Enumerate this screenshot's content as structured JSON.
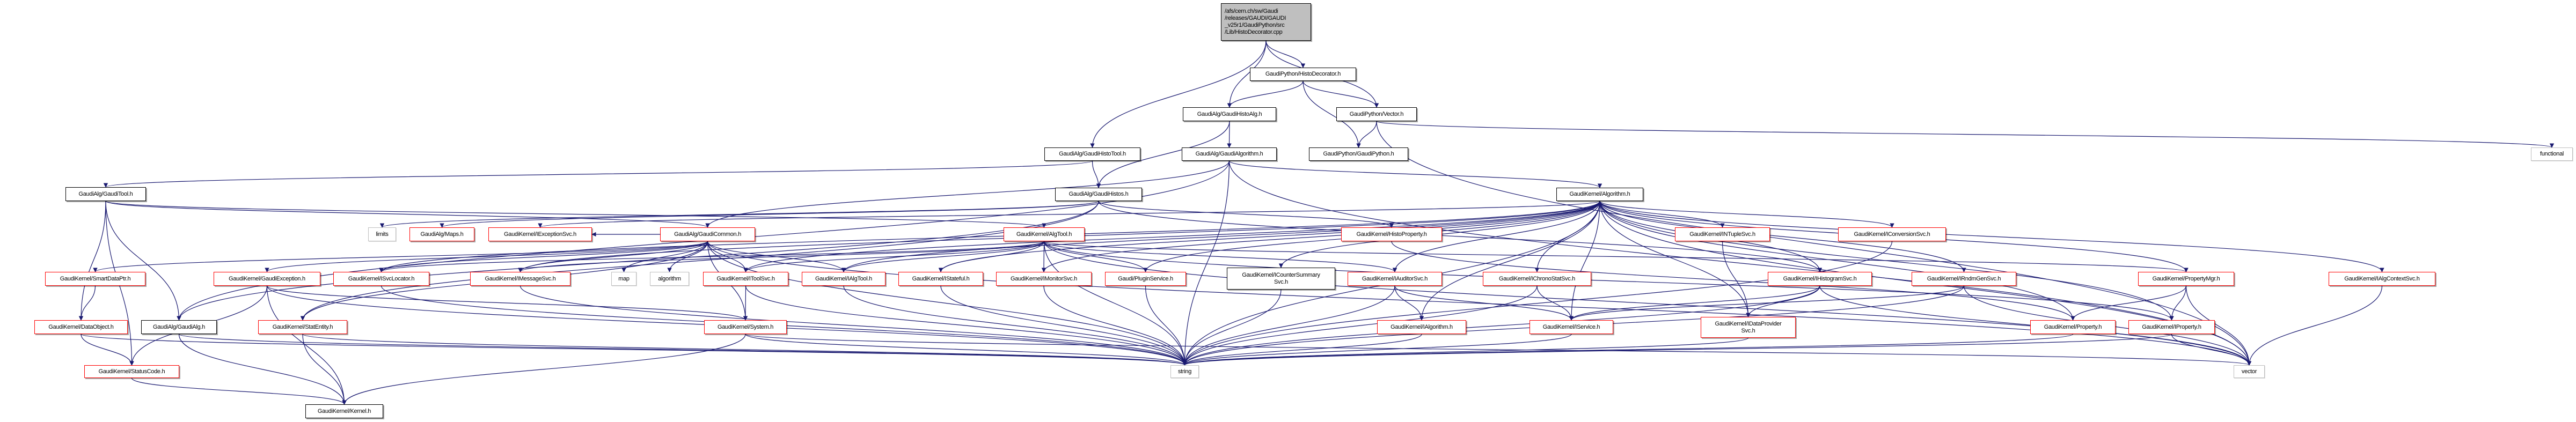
{
  "colors": {
    "edge": "#191970",
    "red_border": "#ff0000",
    "black_border": "#000000",
    "gray_border": "#bfbfbf",
    "main_fill": "#bfbfbf"
  },
  "nodes": [
    {
      "id": "main",
      "label": "/afs/cern.ch/sw/Gaudi\n/releases/GAUDI/GAUDI\n_v25r1/GaudiPython/src\n/Lib/HistoDecorator.cpp",
      "style": "main"
    },
    {
      "id": "histodecorator",
      "label": "GaudiPython/HistoDecorator.h",
      "style": "black"
    },
    {
      "id": "gaudihistoalg",
      "label": "GaudiAlg/GaudiHistoAlg.h",
      "style": "black"
    },
    {
      "id": "pyvector",
      "label": "GaudiPython/Vector.h",
      "style": "black"
    },
    {
      "id": "gaudihistotool",
      "label": "GaudiAlg/GaudiHistoTool.h",
      "style": "black"
    },
    {
      "id": "gaudialgorithm",
      "label": "GaudiAlg/GaudiAlgorithm.h",
      "style": "black"
    },
    {
      "id": "gaudipython",
      "label": "GaudiPython/GaudiPython.h",
      "style": "black"
    },
    {
      "id": "functional",
      "label": "functional",
      "style": "gray"
    },
    {
      "id": "gauditool",
      "label": "GaudiAlg/GaudiTool.h",
      "style": "black"
    },
    {
      "id": "gaudihistos",
      "label": "GaudiAlg/GaudiHistos.h",
      "style": "black"
    },
    {
      "id": "algorithmh",
      "label": "GaudiKernel/Algorithm.h",
      "style": "black"
    },
    {
      "id": "limits",
      "label": "limits",
      "style": "gray"
    },
    {
      "id": "maps",
      "label": "GaudiAlg/Maps.h",
      "style": "red"
    },
    {
      "id": "iexceptionsvc",
      "label": "GaudiKernel/IExceptionSvc.h",
      "style": "red"
    },
    {
      "id": "gaudicommon",
      "label": "GaudiAlg/GaudiCommon.h",
      "style": "red"
    },
    {
      "id": "algtool",
      "label": "GaudiKernel/AlgTool.h",
      "style": "red"
    },
    {
      "id": "histoproperty",
      "label": "GaudiKernel/HistoProperty.h",
      "style": "red"
    },
    {
      "id": "intuplesvc",
      "label": "GaudiKernel/INTupleSvc.h",
      "style": "red"
    },
    {
      "id": "iconversionsvc",
      "label": "GaudiKernel/IConversionSvc.h",
      "style": "red"
    },
    {
      "id": "smartdataptr",
      "label": "GaudiKernel/SmartDataPtr.h",
      "style": "red"
    },
    {
      "id": "gaudiexception",
      "label": "GaudiKernel/GaudiException.h",
      "style": "red"
    },
    {
      "id": "isvclocator",
      "label": "GaudiKernel/ISvcLocator.h",
      "style": "red"
    },
    {
      "id": "imessagesvc",
      "label": "GaudiKernel/IMessageSvc.h",
      "style": "red"
    },
    {
      "id": "map",
      "label": "map",
      "style": "gray"
    },
    {
      "id": "algorithm",
      "label": "algorithm",
      "style": "gray"
    },
    {
      "id": "itoolsvc",
      "label": "GaudiKernel/IToolSvc.h",
      "style": "red"
    },
    {
      "id": "ialgtool",
      "label": "GaudiKernel/IAlgTool.h",
      "style": "red"
    },
    {
      "id": "istateful",
      "label": "GaudiKernel/IStateful.h",
      "style": "red"
    },
    {
      "id": "imonitorsvc",
      "label": "GaudiKernel/IMonitorSvc.h",
      "style": "red"
    },
    {
      "id": "pluginservice",
      "label": "Gaudi/PluginService.h",
      "style": "red"
    },
    {
      "id": "icountersummarysvc",
      "label": "GaudiKernel/ICounterSummary\nSvc.h",
      "style": "black"
    },
    {
      "id": "iauditorsvc",
      "label": "GaudiKernel/IAuditorSvc.h",
      "style": "red"
    },
    {
      "id": "ichronostatsvc",
      "label": "GaudiKernel/IChronoStatSvc.h",
      "style": "red"
    },
    {
      "id": "ihistogramsvc",
      "label": "GaudiKernel/IHistogramSvc.h",
      "style": "red"
    },
    {
      "id": "irndmgensvc",
      "label": "GaudiKernel/IRndmGenSvc.h",
      "style": "red"
    },
    {
      "id": "propertymgr",
      "label": "GaudiKernel/PropertyMgr.h",
      "style": "red"
    },
    {
      "id": "ialgcontextsvc",
      "label": "GaudiKernel/IAlgContextSvc.h",
      "style": "red"
    },
    {
      "id": "dataobject",
      "label": "GaudiKernel/DataObject.h",
      "style": "red"
    },
    {
      "id": "gaudialg",
      "label": "GaudiAlg/GaudiAlg.h",
      "style": "black"
    },
    {
      "id": "statentity",
      "label": "GaudiKernel/StatEntity.h",
      "style": "red"
    },
    {
      "id": "system",
      "label": "GaudiKernel/System.h",
      "style": "red"
    },
    {
      "id": "ialgorithm",
      "label": "GaudiKernel/IAlgorithm.h",
      "style": "red"
    },
    {
      "id": "iservice",
      "label": "GaudiKernel/IService.h",
      "style": "red"
    },
    {
      "id": "idataprovidersvc",
      "label": "GaudiKernel/IDataProvider\nSvc.h",
      "style": "red"
    },
    {
      "id": "property",
      "label": "GaudiKernel/Property.h",
      "style": "red"
    },
    {
      "id": "iproperty",
      "label": "GaudiKernel/IProperty.h",
      "style": "red"
    },
    {
      "id": "statuscode",
      "label": "GaudiKernel/StatusCode.h",
      "style": "red"
    },
    {
      "id": "string",
      "label": "string",
      "style": "gray"
    },
    {
      "id": "vector",
      "label": "vector",
      "style": "gray"
    },
    {
      "id": "kernel",
      "label": "GaudiKernel/Kernel.h",
      "style": "black"
    }
  ],
  "edges": [
    [
      "main",
      "histodecorator"
    ],
    [
      "main",
      "gaudihistoalg"
    ],
    [
      "main",
      "gaudihistotool"
    ],
    [
      "main",
      "pyvector"
    ],
    [
      "histodecorator",
      "gaudihistoalg"
    ],
    [
      "histodecorator",
      "pyvector"
    ],
    [
      "histodecorator",
      "gaudipython"
    ],
    [
      "pyvector",
      "gaudipython"
    ],
    [
      "pyvector",
      "vector"
    ],
    [
      "pyvector",
      "functional"
    ],
    [
      "gaudihistoalg",
      "gaudialgorithm"
    ],
    [
      "gaudihistoalg",
      "gaudihistos"
    ],
    [
      "gaudihistotool",
      "gauditool"
    ],
    [
      "gaudihistotool",
      "gaudihistos"
    ],
    [
      "gaudialgorithm",
      "algorithmh"
    ],
    [
      "gaudialgorithm",
      "gaudicommon"
    ],
    [
      "gaudialgorithm",
      "gaudialg"
    ],
    [
      "gaudialgorithm",
      "string"
    ],
    [
      "gaudialgorithm",
      "vector"
    ],
    [
      "gauditool",
      "algtool"
    ],
    [
      "gauditool",
      "gaudicommon"
    ],
    [
      "gauditool",
      "dataobject"
    ],
    [
      "gauditool",
      "gaudialg"
    ],
    [
      "gauditool",
      "statuscode"
    ],
    [
      "gaudihistos",
      "limits"
    ],
    [
      "gaudihistos",
      "maps"
    ],
    [
      "gaudihistos",
      "histoproperty"
    ],
    [
      "gaudihistos",
      "gaudialg"
    ],
    [
      "gaudihistos",
      "ihistogramsvc"
    ],
    [
      "gaudihistos",
      "statentity"
    ],
    [
      "gaudicommon",
      "smartdataptr"
    ],
    [
      "gaudicommon",
      "gaudiexception"
    ],
    [
      "gaudicommon",
      "isvclocator"
    ],
    [
      "gaudicommon",
      "imessagesvc"
    ],
    [
      "gaudicommon",
      "map"
    ],
    [
      "gaudicommon",
      "algorithm"
    ],
    [
      "gaudicommon",
      "itoolsvc"
    ],
    [
      "gaudicommon",
      "ialgtool"
    ],
    [
      "gaudicommon",
      "system"
    ],
    [
      "gaudicommon",
      "statentity"
    ],
    [
      "gaudicommon",
      "iexceptionsvc"
    ],
    [
      "gaudicommon",
      "string"
    ],
    [
      "gaudicommon",
      "vector"
    ],
    [
      "algorithmh",
      "ialgorithm"
    ],
    [
      "algorithmh",
      "iservice"
    ],
    [
      "algorithmh",
      "propertymgr"
    ],
    [
      "algorithmh",
      "ialgcontextsvc"
    ],
    [
      "algorithmh",
      "iauditorsvc"
    ],
    [
      "algorithmh",
      "ichronostatsvc"
    ],
    [
      "algorithmh",
      "icountersummarysvc"
    ],
    [
      "algorithmh",
      "imonitorsvc"
    ],
    [
      "algorithmh",
      "intuplesvc"
    ],
    [
      "algorithmh",
      "iconversionsvc"
    ],
    [
      "algorithmh",
      "irndmgensvc"
    ],
    [
      "algorithmh",
      "ihistogramsvc"
    ],
    [
      "algorithmh",
      "idataprovidersvc"
    ],
    [
      "algorithmh",
      "iexceptionsvc"
    ],
    [
      "algorithmh",
      "imessagesvc"
    ],
    [
      "algorithmh",
      "isvclocator"
    ],
    [
      "algorithmh",
      "istateful"
    ],
    [
      "algorithmh",
      "pluginservice"
    ],
    [
      "algorithmh",
      "iproperty"
    ],
    [
      "algorithmh",
      "property"
    ],
    [
      "algorithmh",
      "string"
    ],
    [
      "algorithmh",
      "vector"
    ],
    [
      "algorithmh",
      "itoolsvc"
    ],
    [
      "algorithmh",
      "ialgtool"
    ],
    [
      "algtool",
      "ialgtool"
    ],
    [
      "algtool",
      "istateful"
    ],
    [
      "algtool",
      "imonitorsvc"
    ],
    [
      "algtool",
      "pluginservice"
    ],
    [
      "algtool",
      "itoolsvc"
    ],
    [
      "algtool",
      "iproperty"
    ],
    [
      "algtool",
      "propertymgr"
    ],
    [
      "algtool",
      "isvclocator"
    ],
    [
      "algtool",
      "imessagesvc"
    ],
    [
      "algtool",
      "iauditorsvc"
    ],
    [
      "algtool",
      "string"
    ],
    [
      "algtool",
      "vector"
    ],
    [
      "smartdataptr",
      "dataobject"
    ],
    [
      "gaudiexception",
      "statuscode"
    ],
    [
      "gaudiexception",
      "system"
    ],
    [
      "gaudiexception",
      "string"
    ],
    [
      "gaudiexception",
      "kernel"
    ],
    [
      "isvclocator",
      "string"
    ],
    [
      "imessagesvc",
      "string"
    ],
    [
      "itoolsvc",
      "system"
    ],
    [
      "itoolsvc",
      "string"
    ],
    [
      "ialgtool",
      "string"
    ],
    [
      "istateful",
      "string"
    ],
    [
      "imonitorsvc",
      "string"
    ],
    [
      "pluginservice",
      "string"
    ],
    [
      "icountersummarysvc",
      "string"
    ],
    [
      "iauditorsvc",
      "iservice"
    ],
    [
      "iauditorsvc",
      "string"
    ],
    [
      "iauditorsvc",
      "ialgorithm"
    ],
    [
      "ichronostatsvc",
      "iservice"
    ],
    [
      "ichronostatsvc",
      "string"
    ],
    [
      "ihistogramsvc",
      "iservice"
    ],
    [
      "ihistogramsvc",
      "idataprovidersvc"
    ],
    [
      "ihistogramsvc",
      "string"
    ],
    [
      "ihistogramsvc",
      "vector"
    ],
    [
      "irndmgensvc",
      "iservice"
    ],
    [
      "irndmgensvc",
      "string"
    ],
    [
      "irndmgensvc",
      "vector"
    ],
    [
      "propertymgr",
      "property"
    ],
    [
      "propertymgr",
      "iproperty"
    ],
    [
      "propertymgr",
      "vector"
    ],
    [
      "ialgcontextsvc",
      "vector"
    ],
    [
      "intuplesvc",
      "idataprovidersvc"
    ],
    [
      "iconversionsvc",
      "string"
    ],
    [
      "histoproperty",
      "property"
    ],
    [
      "dataobject",
      "statuscode"
    ],
    [
      "dataobject",
      "string"
    ],
    [
      "gaudialg",
      "kernel"
    ],
    [
      "gaudialg",
      "string"
    ],
    [
      "statentity",
      "kernel"
    ],
    [
      "statentity",
      "string"
    ],
    [
      "system",
      "kernel"
    ],
    [
      "system",
      "string"
    ],
    [
      "system",
      "vector"
    ],
    [
      "ialgorithm",
      "string"
    ],
    [
      "iservice",
      "string"
    ],
    [
      "idataprovidersvc",
      "string"
    ],
    [
      "property",
      "string"
    ],
    [
      "iproperty",
      "string"
    ],
    [
      "iproperty",
      "vector"
    ],
    [
      "statuscode",
      "kernel"
    ]
  ]
}
